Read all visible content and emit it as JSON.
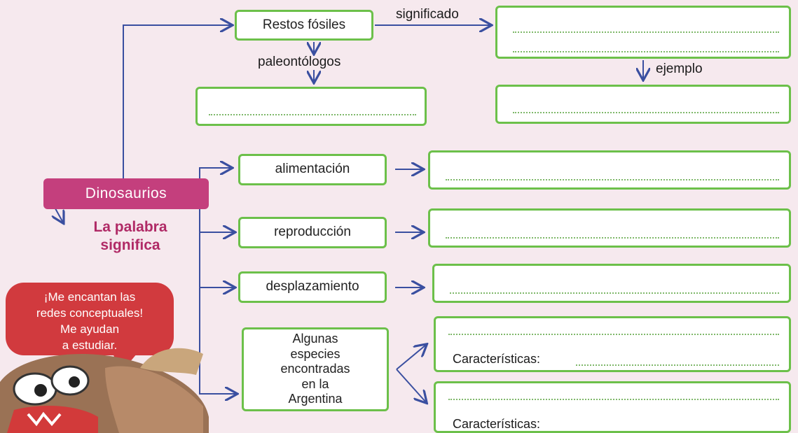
{
  "root": {
    "label": "Dinosaurios"
  },
  "meaning": {
    "line1": "La palabra",
    "line2": "significa"
  },
  "nodes": {
    "restos": "Restos fósiles",
    "alimentacion": "alimentación",
    "reproduccion": "reproducción",
    "desplazamiento": "desplazamiento",
    "especies": [
      "Algunas",
      "especies",
      "encontradas",
      "en la",
      "Argentina"
    ]
  },
  "edges": {
    "significado": "significado",
    "paleontologos": "paleontólogos",
    "ejemplo": "ejemplo"
  },
  "answer_prompts": {
    "caracteristicas_1": "Características:",
    "caracteristicas_2": "Características:"
  },
  "bubble": {
    "lines": [
      "¡Me encantan las",
      "redes conceptuales!",
      "Me ayudan",
      "a estudiar."
    ]
  },
  "colors": {
    "box_border": "#6cc04a",
    "root_fill": "#c43f7d",
    "bubble_fill": "#d13a3e",
    "arrow": "#3a4fa0"
  }
}
